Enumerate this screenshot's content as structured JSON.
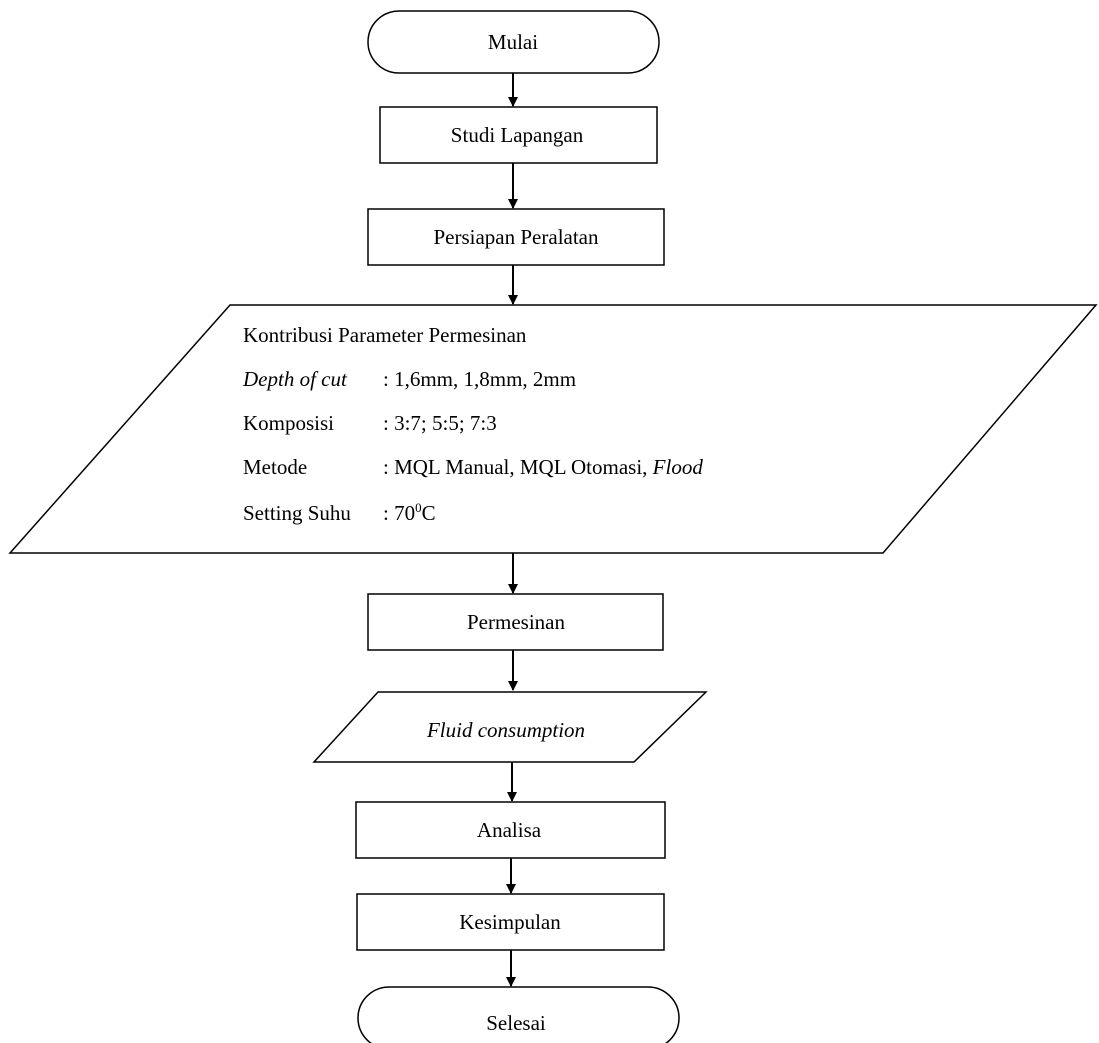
{
  "flowchart": {
    "start": "Mulai",
    "step_studi": "Studi Lapangan",
    "step_persiapan": "Persiapan Peralatan",
    "input_block": {
      "title": "Kontribusi Parameter Permesinan",
      "rows": [
        {
          "key": "Depth of cut",
          "value": ": 1,6mm, 1,8mm, 2mm"
        },
        {
          "key": "Komposisi",
          "value": ": 3:7; 5:5; 7:3"
        },
        {
          "key": "Metode",
          "value_plain": ": MQL Manual, MQL Otomasi, ",
          "value_italic": "Flood"
        },
        {
          "key": "Setting Suhu",
          "value_prefix": ": 70",
          "value_sup": "0",
          "value_suffix": "C"
        }
      ]
    },
    "step_permesinan": "Permesinan",
    "output_fluid": "Fluid consumption",
    "step_analisa": "Analisa",
    "step_kesimpulan": "Kesimpulan",
    "end": "Selesai"
  },
  "colors": {
    "stroke": "#000000",
    "background": "#ffffff"
  }
}
